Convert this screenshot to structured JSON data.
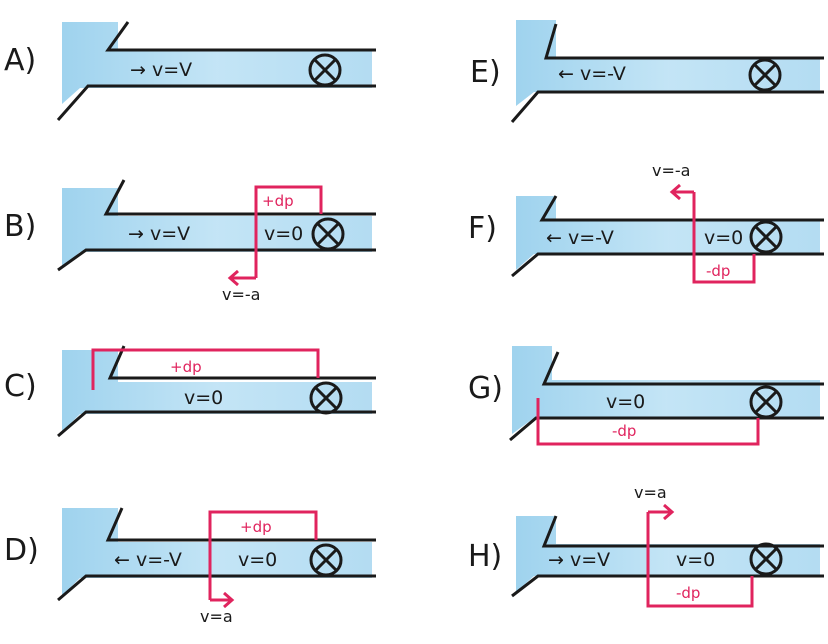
{
  "colors": {
    "water": "#9fd3ee",
    "water_light": "#cfe9f7",
    "ink": "#1a1a1a",
    "pressure": "#e0245e"
  },
  "panels": [
    {
      "label": "A)",
      "flow": "→ v=V",
      "dp": "",
      "stopped": "",
      "wave_velocity": ""
    },
    {
      "label": "B)",
      "flow": "→ v=V",
      "dp": "+dp",
      "stopped": "v=0",
      "wave_velocity": "v=-a"
    },
    {
      "label": "C)",
      "flow": "",
      "dp": "+dp",
      "stopped": "v=0",
      "wave_velocity": ""
    },
    {
      "label": "D)",
      "flow": "← v=-V",
      "dp": "+dp",
      "stopped": "v=0",
      "wave_velocity": "v=a"
    },
    {
      "label": "E)",
      "flow": "← v=-V",
      "dp": "",
      "stopped": "",
      "wave_velocity": ""
    },
    {
      "label": "F)",
      "flow": "← v=-V",
      "dp": "-dp",
      "stopped": "v=0",
      "wave_velocity": "v=-a"
    },
    {
      "label": "G)",
      "flow": "",
      "dp": "-dp",
      "stopped": "v=0",
      "wave_velocity": ""
    },
    {
      "label": "H)",
      "flow": "→ v=V",
      "dp": "-dp",
      "stopped": "v=0",
      "wave_velocity": "v=a"
    }
  ]
}
